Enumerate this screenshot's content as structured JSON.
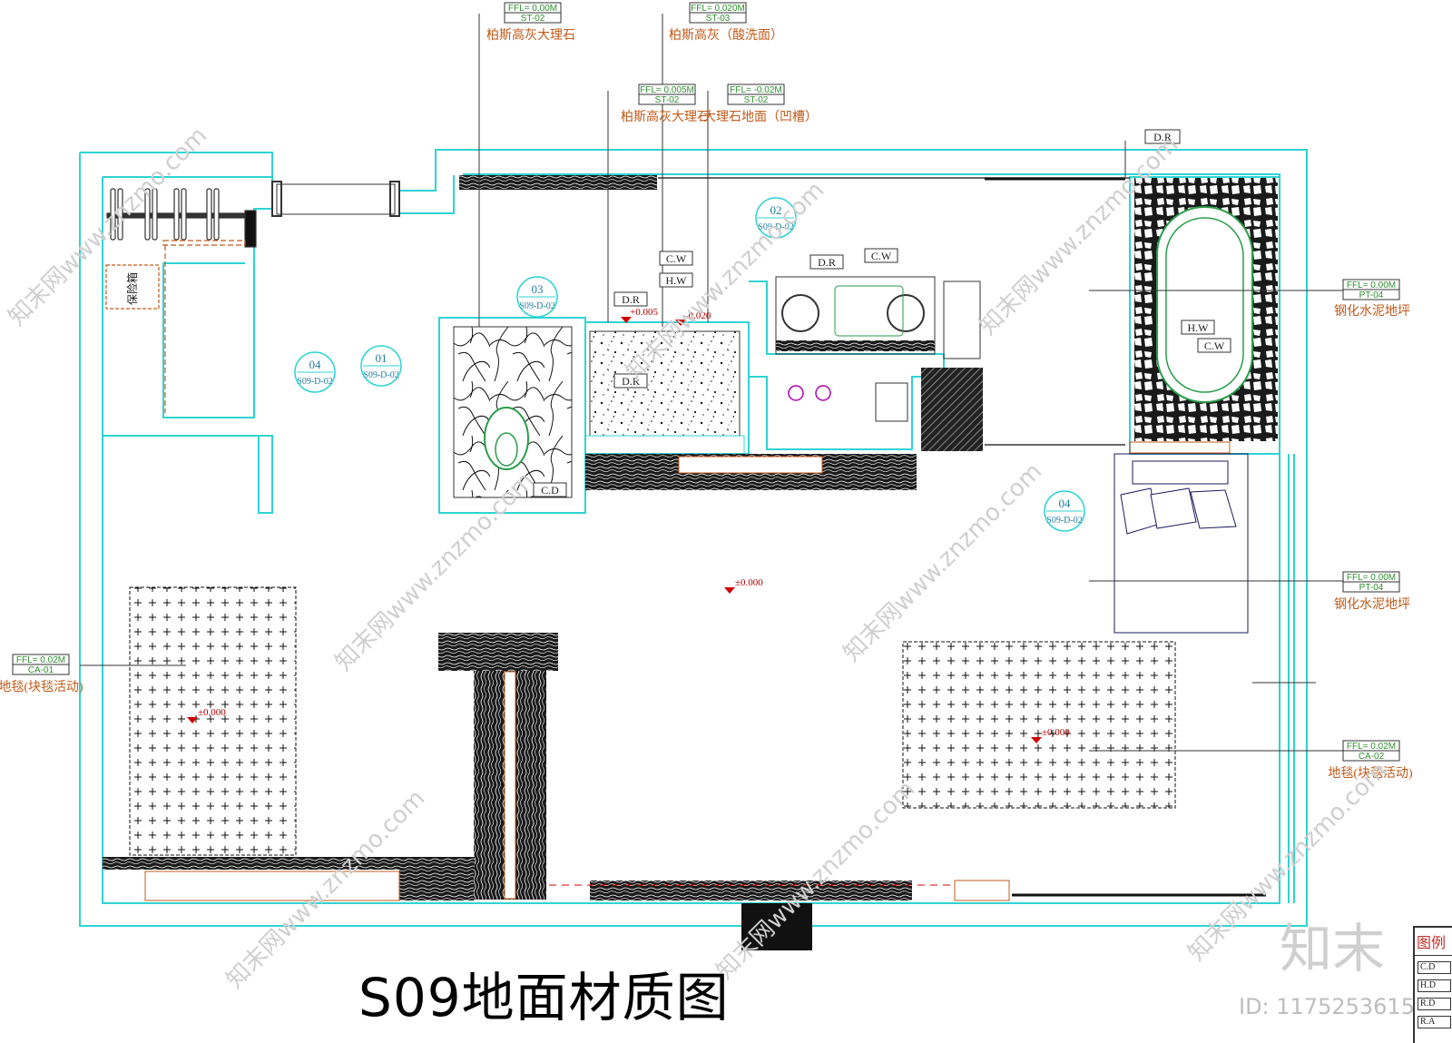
{
  "title": "S09地面材质图",
  "watermark": {
    "brand": "知末",
    "id": "ID: 1175253615",
    "diagonal": "知末网www.znzmo.com"
  },
  "colors": {
    "wall": "#2fd3d3",
    "label": "#c25a1a",
    "tag": "#2f8f2f",
    "level": "#b00000",
    "outline": "#333333"
  },
  "material_tags": [
    {
      "ffl": "FFL= 0.00M",
      "code": "ST-02",
      "label": "柏斯高灰大理石"
    },
    {
      "ffl": "FFL= 0.020M",
      "code": "ST-03",
      "label": "柏斯高灰（酸洗面）"
    },
    {
      "ffl": "FFL= 0.005M",
      "code": "ST-02",
      "label": "柏斯高灰大理石"
    },
    {
      "ffl": "FFL= -0.02M",
      "code": "ST-02",
      "label": "大理石地面（凹槽）"
    },
    {
      "ffl": "FFL= 0.00M",
      "code": "PT-04",
      "label": "钢化水泥地坪"
    },
    {
      "ffl": "FFL= 0.00M",
      "code": "PT-04",
      "label": "钢化水泥地坪"
    },
    {
      "ffl": "FFL= 0.02M",
      "code": "CA-02",
      "label": "地毯(块毯活动)"
    },
    {
      "ffl": "FFL= 0.02M",
      "code": "CA-01",
      "label": "地毯(块毯活动)"
    }
  ],
  "section_marks": [
    {
      "num": "01",
      "ref": "S09-D-02"
    },
    {
      "num": "02",
      "ref": "S09-D-02"
    },
    {
      "num": "03",
      "ref": "S09-D-02"
    },
    {
      "num": "04",
      "ref": "S09-D-02"
    },
    {
      "num": "04",
      "ref": "S09-D-02"
    }
  ],
  "fixture_tags": {
    "dr": "D.R",
    "cw": "C.W",
    "hw": "H.W",
    "cd": "C.D"
  },
  "levels": {
    "main": "±0.000",
    "a": "+0.005",
    "b": "-0.020",
    "rug_left": "±0.000",
    "rug_right": "±0.000"
  },
  "safe_label": "保险箱",
  "legend": {
    "title": "图例",
    "rows": [
      "C.D",
      "H.D",
      "R.D",
      "R.A"
    ]
  }
}
